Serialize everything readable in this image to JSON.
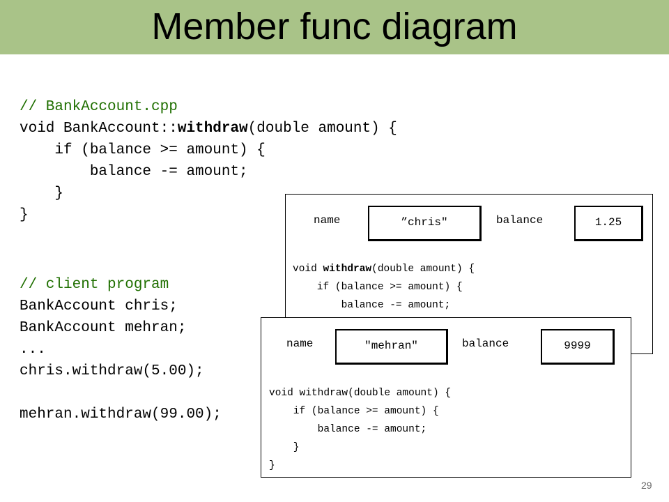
{
  "slide": {
    "title": "Member func diagram",
    "page_number": "29"
  },
  "code_main": {
    "comment": "// BankAccount.cpp",
    "sig_pre": "void BankAccount::",
    "sig_func": "withdraw",
    "sig_post": "(double amount) {",
    "line_if": "    if (balance >= amount) {",
    "line_body": "        balance -= amount;",
    "line_close_inner": "    }",
    "line_close_outer": "}"
  },
  "code_client": {
    "comment": "// client program",
    "line1": "BankAccount chris;",
    "line2": "BankAccount mehran;",
    "line3": "...",
    "line4": "chris.withdraw(5.00);",
    "line5": "",
    "line6": "mehran.withdraw(99.00);"
  },
  "objects": {
    "chris": {
      "name_label": "name",
      "name_value": "”chris\"",
      "balance_label": "balance",
      "balance_value": "1.25",
      "code_sig_pre": "void ",
      "code_sig_func": "withdraw",
      "code_sig_post": "(double amount) {",
      "code_if": "    if (balance >= amount) {",
      "code_body": "        balance -= amount;"
    },
    "mehran": {
      "name_label": "name",
      "name_value": "\"mehran\"",
      "balance_label": "balance",
      "balance_value": "9999",
      "code_sig": "void withdraw(double amount) {",
      "code_if": "    if (balance >= amount) {",
      "code_body": "        balance -= amount;",
      "code_close_inner": "    }",
      "code_close_outer": "}"
    }
  },
  "colors": {
    "title_bar": "#a9c388",
    "comment": "#1f6f00"
  }
}
